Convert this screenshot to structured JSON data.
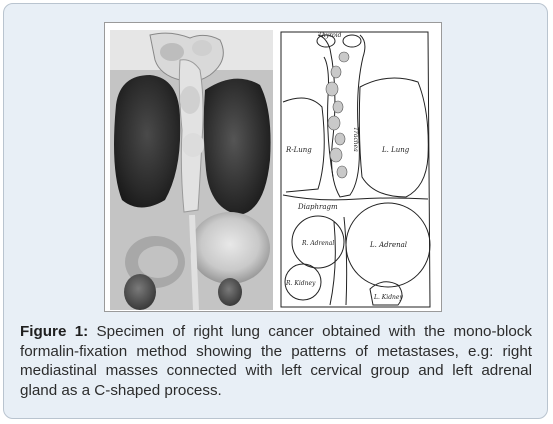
{
  "diagram": {
    "labels": {
      "thyroid": "Thyroid",
      "r_lung": "R-Lung",
      "l_lung": "L. Lung",
      "diaphragm": "Diaphragm",
      "r_adrenal": "R. Adrenal",
      "l_adrenal": "L. Adrenal",
      "r_kidney": "R. Kidney",
      "l_kidney": "L. Kidney",
      "vertical_text": "Trachea"
    }
  },
  "caption": {
    "label": "Figure 1:",
    "text": " Specimen of right lung cancer obtained with the mono-block formalin-fixation method showing the patterns of metastases, e.g: right mediastinal masses connected with left cervical group and left adrenal gland as a C-shaped process."
  }
}
